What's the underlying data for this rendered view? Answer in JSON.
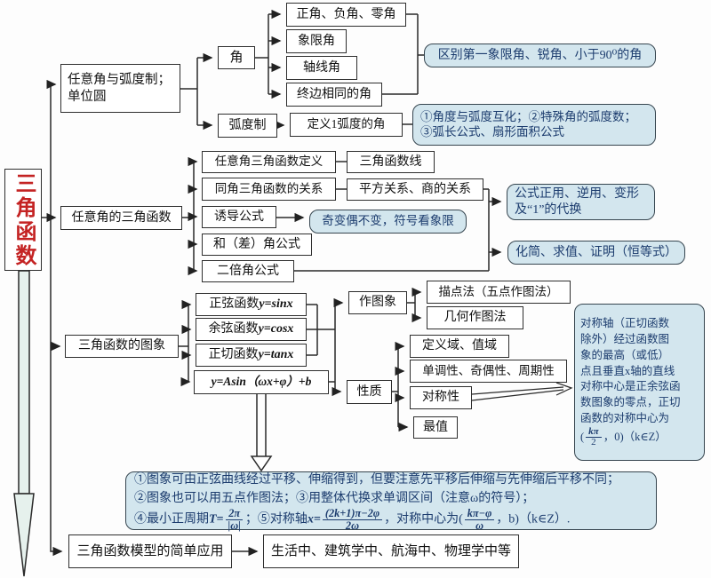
{
  "root": {
    "label": "三角函数"
  },
  "branches": {
    "b1_line1": "任意角与弧度制；",
    "b1_line2": "单位圆",
    "b2": "任意角的三角函数",
    "b3": "三角函数的图象",
    "b4": "三角函数模型的简单应用"
  },
  "angle_section": {
    "angle": "角",
    "positive": "正角、负角、零角",
    "quadrant": "象限角",
    "axis": "轴线角",
    "coterminal": "终边相同的角",
    "note": "区别第一象限角、锐角、小于90⁰的角",
    "radian": "弧度制",
    "radian_def": "定义1弧度的角",
    "radian_note_l1": "①角度与弧度互化；②特殊角的弧度数；",
    "radian_note_l2": "③弧长公式、扇形面积公式"
  },
  "func_section": {
    "def": "任意角三角函数定义",
    "def_r": "三角函数线",
    "same": "同角三角函数的关系",
    "same_r": "平方关系、商的关系",
    "induce": "诱导公式",
    "induce_note": "奇变偶不变，符号看象限",
    "sum": "和（差）角公式",
    "double": "二倍角公式",
    "use_l1": "公式正用、逆用、变形",
    "use_l2": "及“1”的代换",
    "simplify": "化简、求值、证明（恒等式）"
  },
  "graph_section": {
    "sin_cn": "正弦函数",
    "sin_m": "y=sinx",
    "cos_cn": "余弦函数",
    "cos_m": "y=cosx",
    "tan_cn": "正切函数",
    "tan_m": "y=tanx",
    "asin_m": "y=Asin（ωx+φ）+b",
    "draw": "作图象",
    "plot5": "描点法（五点作图法）",
    "geom": "几何作图法",
    "prop": "性质",
    "domain": "定义域、值域",
    "mono": "单调性、奇偶性、周期性",
    "sym": "对称性",
    "max": "最值"
  },
  "sym_note": {
    "l1": "对称轴（正切函数",
    "l2": "除外）经过函数图",
    "l3": "象的最高（或低）",
    "l4": "点且垂直x轴的直线",
    "l5": "对称中心是正余弦函",
    "l6": "数图象的零点，正切",
    "l7": "函数的对称中心为",
    "l8_pre": "(",
    "l8_fn": "kπ",
    "l8_fd": "2",
    "l8_post": "，0)（k∈Z）"
  },
  "bottom_note": {
    "l1": "①图象可由正弦曲线经过平移、伸缩得到，但要注意先平移后伸缩与先伸缩后平移不同；",
    "l2": "②图象也可以用五点作图法；③用整体代换求单调区间（注意ω的符号）；",
    "l3p1": "④最小正周期",
    "l3m1": "T=",
    "l3f1n": "2π",
    "l3f1d": "|ω|",
    "l3p2": "；⑤对称轴",
    "l3m2": "x=",
    "l3f2n": "(2k+1)π−2φ",
    "l3f2d": "2ω",
    "l3p3": "，对称中心为(",
    "l3f3n": "kπ−φ",
    "l3f3d": "ω",
    "l3p4": "，b)（k∈Z）."
  },
  "app": {
    "label": "生活中、建筑学中、航海中、物理学中等"
  },
  "colors": {
    "note_bg": "#d3e6ee",
    "note_text": "#1c3c6e",
    "accent_red": "#c42323",
    "line": "#2a2a2a"
  }
}
